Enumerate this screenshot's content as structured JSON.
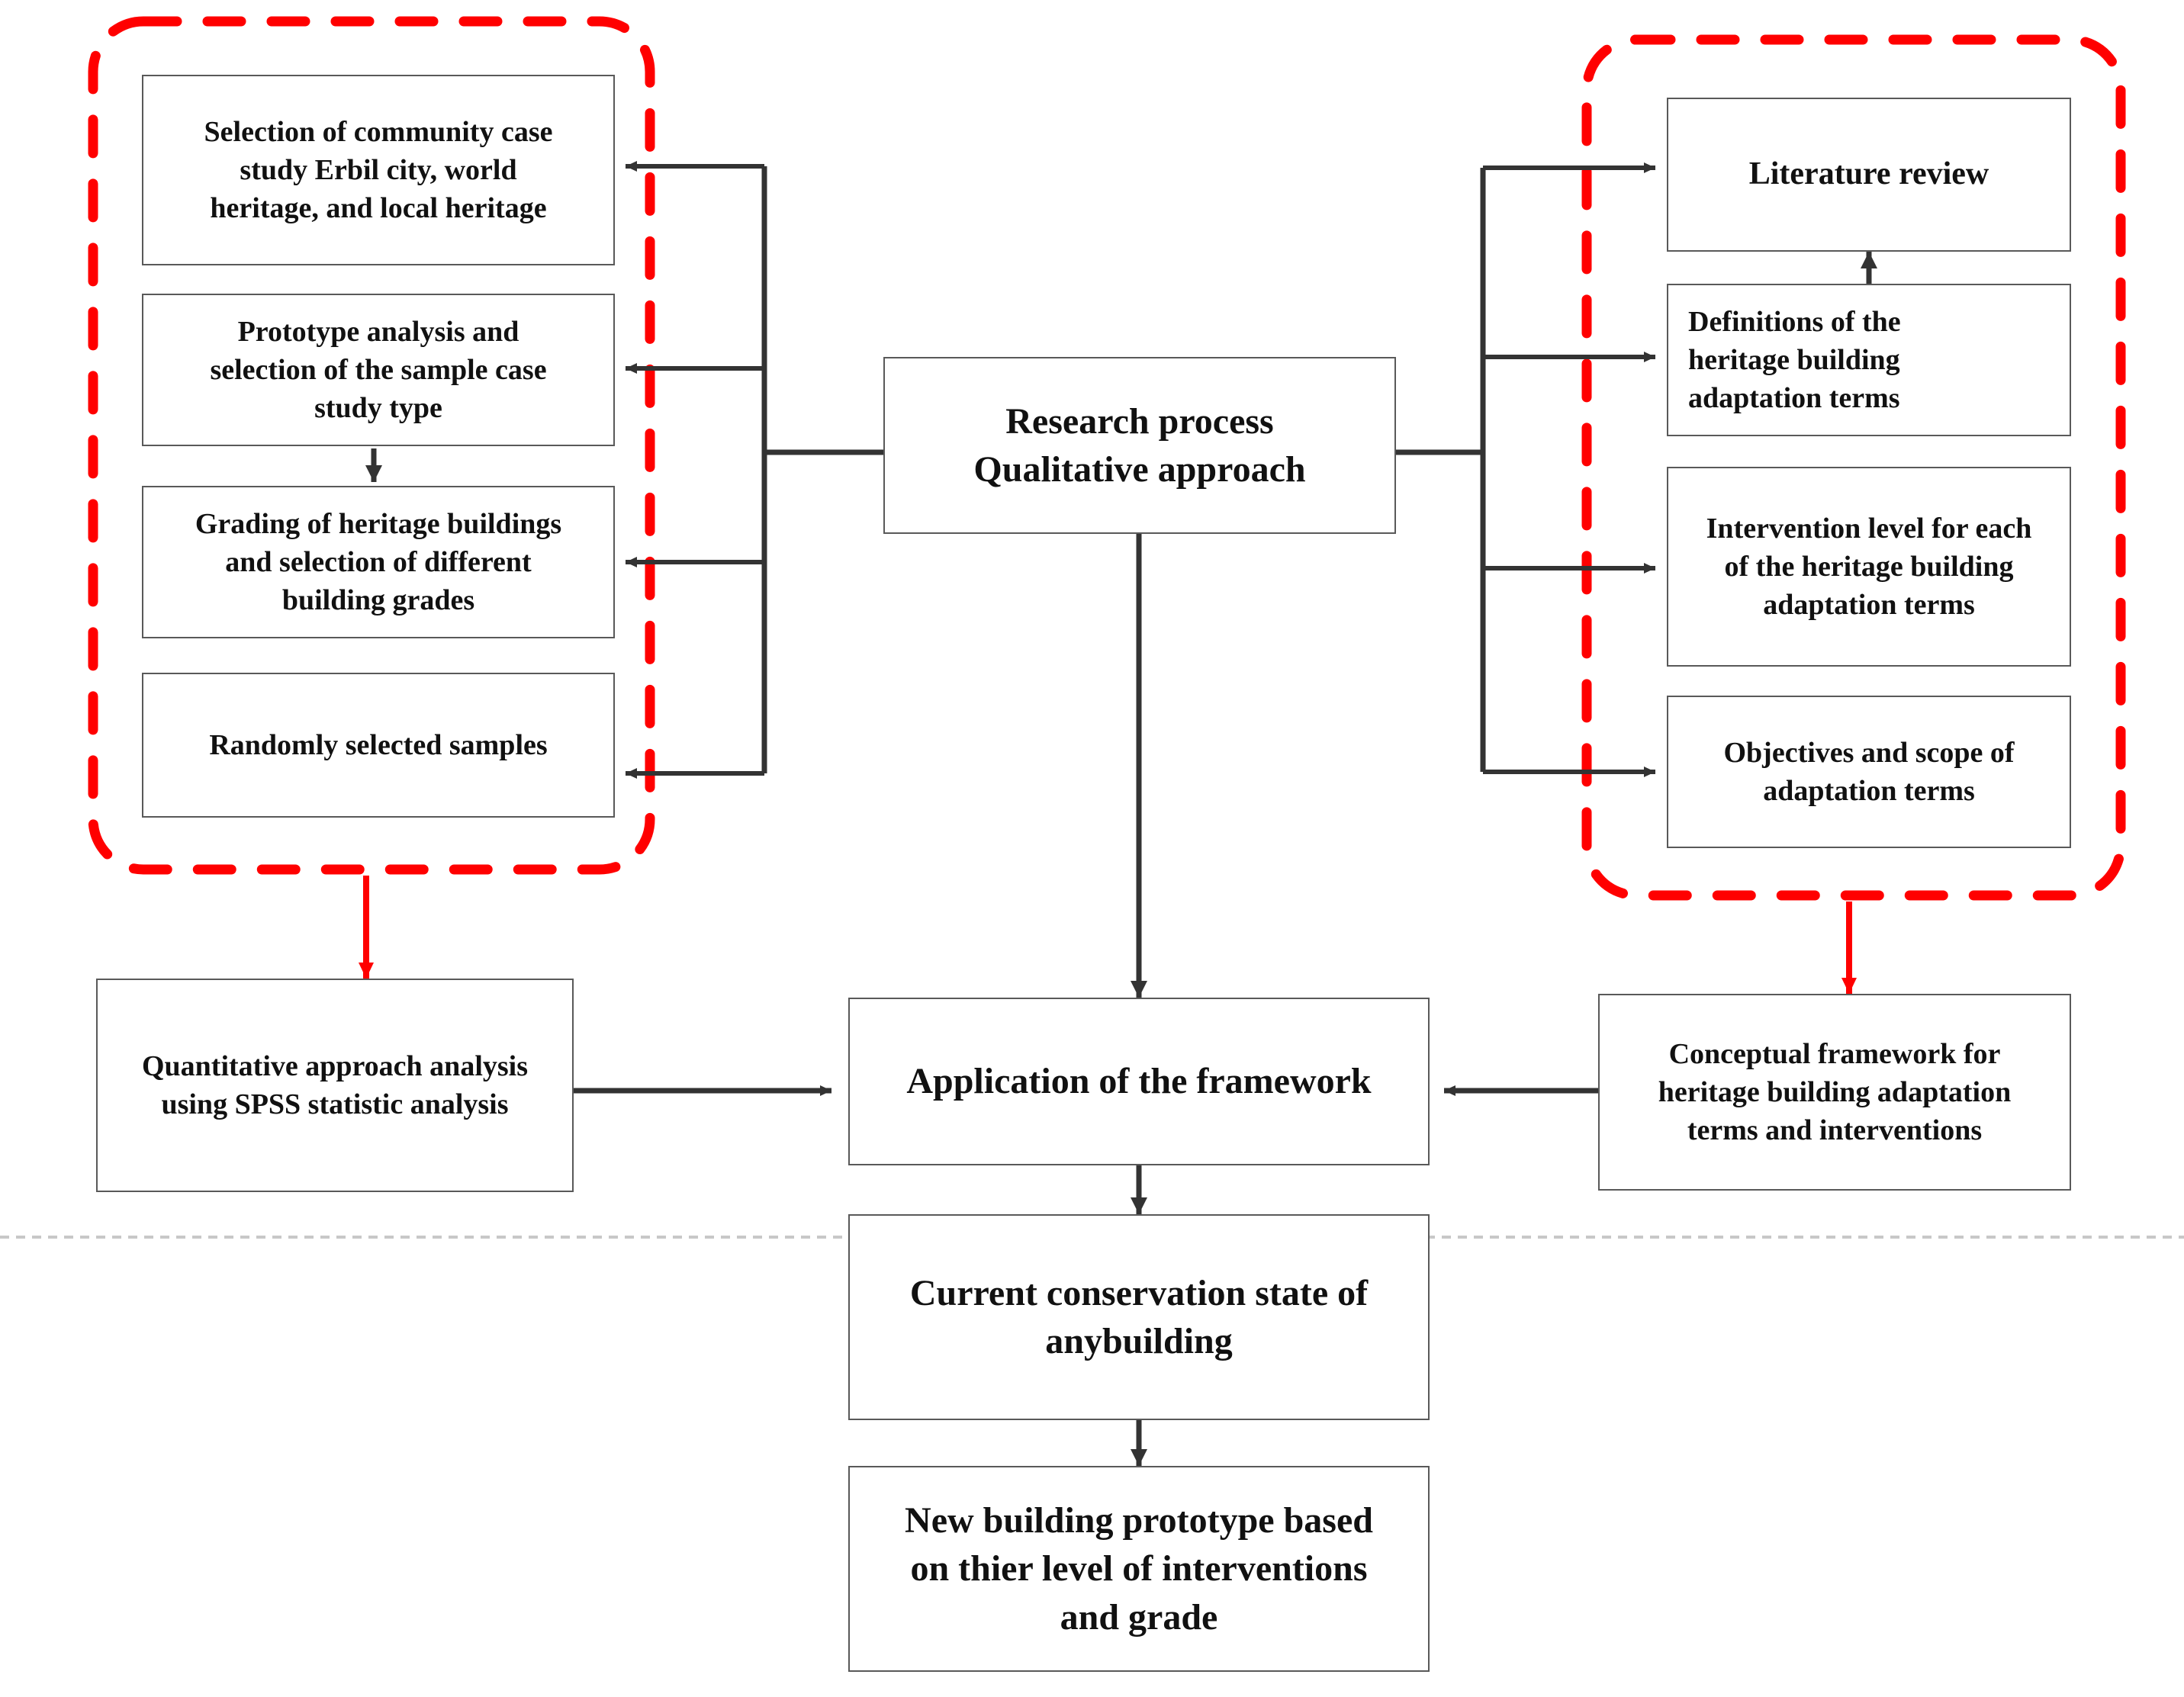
{
  "diagram": {
    "title": "Research process flowchart for heritage building adaptation",
    "colors": {
      "accent_red": "#FF0000",
      "box_border": "#4c4c4c",
      "connector": "#333333",
      "divider": "#c8c8c8",
      "text": "#111111",
      "background": "#ffffff"
    },
    "divider_label": "page-break-divider"
  },
  "nodes": {
    "left_group": {
      "group_name": "qualitative-sampling-group",
      "boxes": [
        {
          "id": "selection-of-community-case-study",
          "text": "Selection of community case\nstudy Erbil city, world\nheritage, and local heritage"
        },
        {
          "id": "prototype-analysis",
          "text": "Prototype analysis and\nselection of the sample case\nstudy type"
        },
        {
          "id": "grading-of-heritage-buildings",
          "text": "Grading of heritage buildings\nand selection of different\nbuilding grades"
        },
        {
          "id": "randomly-selected-samples",
          "text": "Randomly selected samples"
        }
      ]
    },
    "center": {
      "research_process": "Research process\nQualitative approach",
      "application_of_framework": "Application of  the framework",
      "current_conservation_state": "Current conservation state of\nanybuilding",
      "new_building_prototype": "New building prototype based\non  thier level of interventions\nand grade"
    },
    "right_group": {
      "group_name": "literature-and-terms-group",
      "boxes": [
        {
          "id": "literature-review",
          "text": "Literature review"
        },
        {
          "id": "definitions-of-terms",
          "text": "Definitions of the\nheritage building\nadaptation terms"
        },
        {
          "id": "intervention-level",
          "text": "Intervention level for each\nof the heritage building\nadaptation terms"
        },
        {
          "id": "objectives-and-scope",
          "text": "Objectives and scope of\nadaptation terms"
        }
      ]
    },
    "bottom_left": {
      "id": "quantitative-approach",
      "text": "Quantitative approach analysis\nusing SPSS statistic analysis"
    },
    "bottom_right": {
      "id": "conceptual-framework",
      "text": "Conceptual framework for\nheritage building adaptation\nterms and interventions"
    }
  },
  "connectors": [
    {
      "name": "research-to-left-trunk",
      "kind": "black-branch",
      "direction": "left"
    },
    {
      "name": "research-to-right-trunk",
      "kind": "black-branch",
      "direction": "right"
    },
    {
      "name": "prototype-to-grading",
      "kind": "black-arrow",
      "direction": "down"
    },
    {
      "name": "definitions-to-literature-review",
      "kind": "black-arrow",
      "direction": "up"
    },
    {
      "name": "research-to-application",
      "kind": "black-arrow",
      "direction": "down"
    },
    {
      "name": "left-group-to-quantitative",
      "kind": "red-arrow",
      "direction": "down"
    },
    {
      "name": "right-group-to-conceptual",
      "kind": "red-arrow",
      "direction": "down"
    },
    {
      "name": "quantitative-to-application",
      "kind": "black-arrow",
      "direction": "right"
    },
    {
      "name": "conceptual-to-application",
      "kind": "black-arrow",
      "direction": "left"
    },
    {
      "name": "application-to-conservation-state",
      "kind": "black-arrow",
      "direction": "down"
    },
    {
      "name": "conservation-state-to-new-prototype",
      "kind": "black-arrow",
      "direction": "down"
    }
  ]
}
